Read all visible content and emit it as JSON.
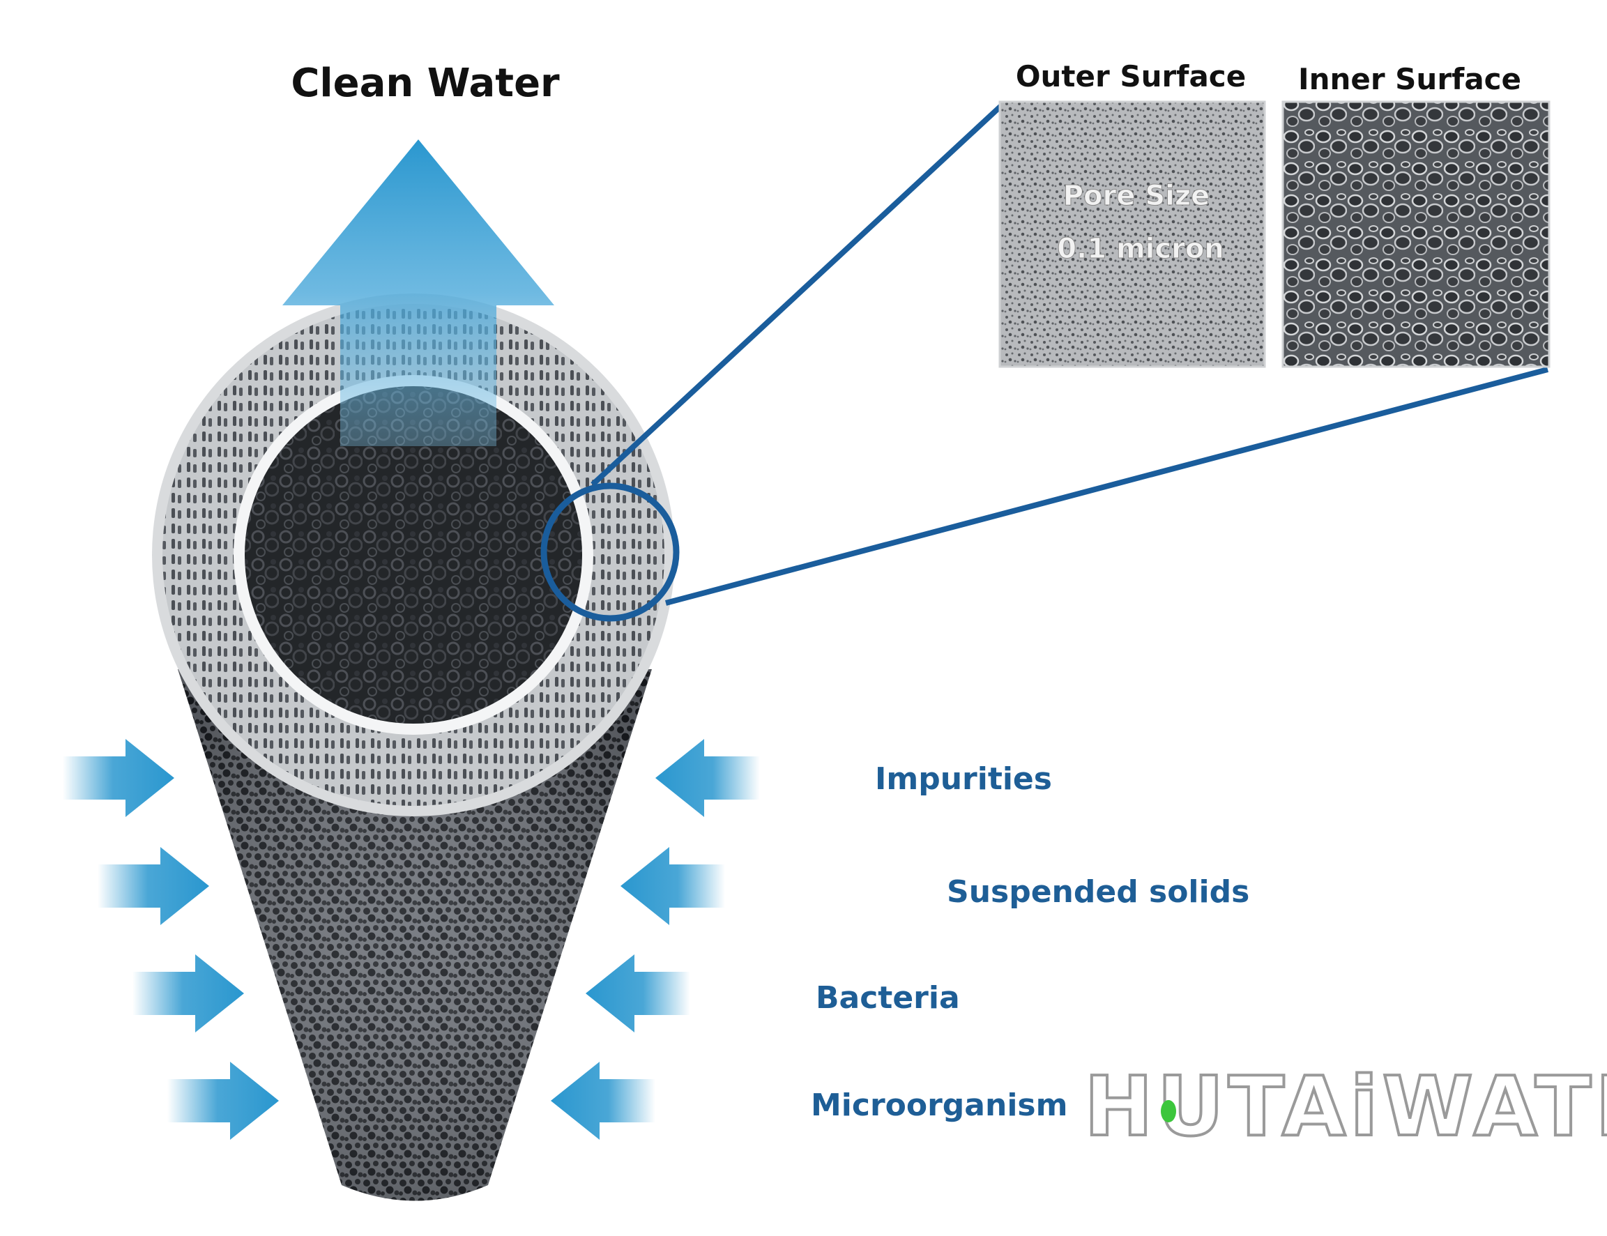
{
  "title": "Clean Water",
  "panels": {
    "outer": {
      "title": "Outer Surface",
      "pore_line1": "Pore Size",
      "pore_line2": "0.1 micron"
    },
    "inner": {
      "title": "Inner Surface"
    }
  },
  "contaminants": [
    {
      "label": "Impurities"
    },
    {
      "label": "Suspended solids"
    },
    {
      "label": "Bacteria"
    },
    {
      "label": "Microorganism"
    }
  ],
  "brand": {
    "text": "HUTAiWATER"
  },
  "colors": {
    "arrow_blue": "#2a97cf",
    "callout_blue": "#1a5d9c",
    "label_blue": "#1e5e96",
    "brand_green": "#3cc63c"
  },
  "icons": [
    "up-arrow-icon",
    "inflow-arrow-icon",
    "magnifier-circle-icon"
  ]
}
